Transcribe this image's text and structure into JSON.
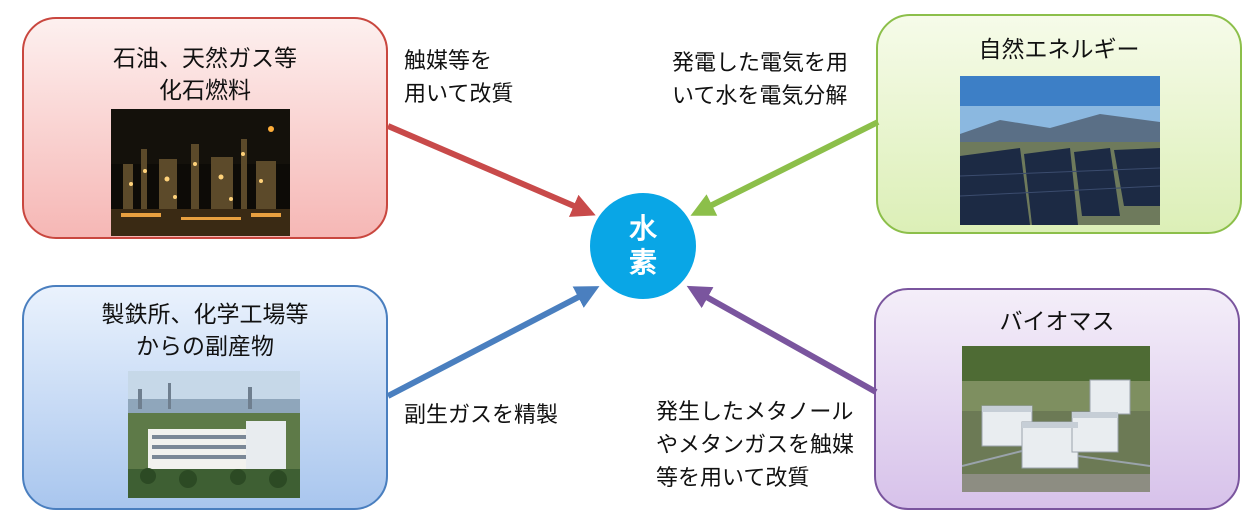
{
  "hub": {
    "line1": "水",
    "line2": "素"
  },
  "sources": {
    "fossil": {
      "title1": "石油、天然ガス等",
      "title2": "化石燃料",
      "photo_icon": "refinery-night-photo"
    },
    "natural": {
      "title1": "自然エネルギー",
      "photo_icon": "solar-panel-field-photo"
    },
    "byproduct": {
      "title1": "製鉄所、化学工場等",
      "title2": "からの副産物",
      "photo_icon": "factory-photo"
    },
    "biomass": {
      "title1": "バイオマス",
      "photo_icon": "biomass-plant-photo"
    }
  },
  "processes": {
    "fossil": {
      "line1": "触媒等を",
      "line2": "用いて改質"
    },
    "natural": {
      "line1": "発電した電気を用",
      "line2": "いて水を電気分解"
    },
    "byproduct": {
      "line1": "副生ガスを精製"
    },
    "biomass": {
      "line1": "発生したメタノール",
      "line2": "やメタンガスを触媒",
      "line3": "等を用いて改質"
    }
  },
  "colors": {
    "fossil": "#c84a4a",
    "natural": "#8cbf4a",
    "byproduct": "#4a7fbf",
    "biomass": "#7a559e",
    "hub": "#09a6e6"
  }
}
